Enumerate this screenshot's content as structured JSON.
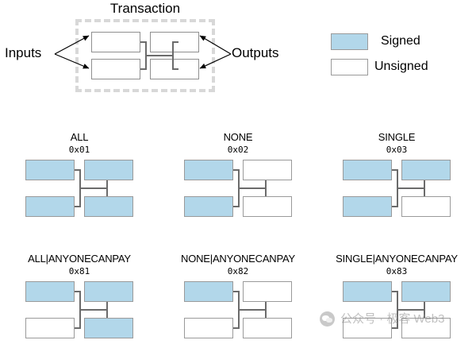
{
  "transaction": {
    "title": "Transaction",
    "inputs_label": "Inputs",
    "outputs_label": "Outputs",
    "boxes": [
      {
        "name": "input-1",
        "state": "unsigned"
      },
      {
        "name": "input-2",
        "state": "unsigned"
      },
      {
        "name": "output-1",
        "state": "unsigned"
      },
      {
        "name": "output-2",
        "state": "unsigned"
      }
    ]
  },
  "legend": {
    "items": [
      {
        "label": "Signed",
        "state": "signed",
        "color": "#b2d7ea"
      },
      {
        "label": "Unsigned",
        "state": "unsigned",
        "color": "#ffffff"
      }
    ]
  },
  "colors": {
    "signed_fill": "#b2d7ea",
    "unsigned_fill": "#ffffff",
    "box_border": "#9a9a9a",
    "connector": "#6b6b6b",
    "frame_dashed": "#d8d8d8",
    "watermark": "#8e8e8e"
  },
  "sighash_panels": [
    {
      "title": "ALL",
      "code": "0x01",
      "input_1": "signed",
      "input_2": "signed",
      "output_1": "signed",
      "output_2": "signed"
    },
    {
      "title": "NONE",
      "code": "0x02",
      "input_1": "signed",
      "input_2": "signed",
      "output_1": "unsigned",
      "output_2": "unsigned"
    },
    {
      "title": "SINGLE",
      "code": "0x03",
      "input_1": "signed",
      "input_2": "signed",
      "output_1": "signed",
      "output_2": "unsigned"
    },
    {
      "title": "ALL|ANYONECANPAY",
      "code": "0x81",
      "input_1": "signed",
      "input_2": "unsigned",
      "output_1": "signed",
      "output_2": "signed"
    },
    {
      "title": "NONE|ANYONECANPAY",
      "code": "0x82",
      "input_1": "signed",
      "input_2": "unsigned",
      "output_1": "unsigned",
      "output_2": "unsigned"
    },
    {
      "title": "SINGLE|ANYONECANPAY",
      "code": "0x83",
      "input_1": "signed",
      "input_2": "unsigned",
      "output_1": "signed",
      "output_2": "unsigned"
    }
  ],
  "watermark": {
    "text": "公众号 · 极客 Web3"
  }
}
